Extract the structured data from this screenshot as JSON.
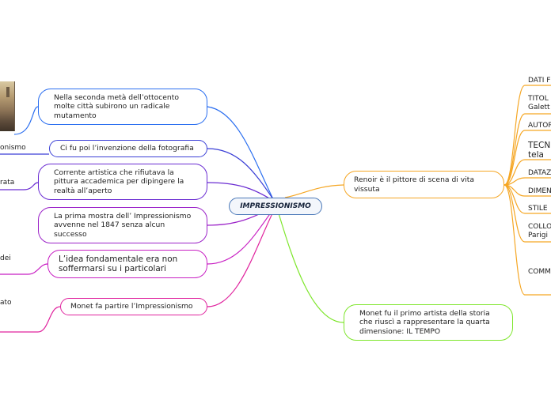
{
  "central_topic": "IMPRESSIONISMO",
  "left_branches": [
    {
      "text": "Nella seconda metà dell’ottocento molte città subirono un radicale mutamento",
      "color": "#2a6ef0"
    },
    {
      "text": "Ci fu poi l’invenzione della fotografia",
      "color": "#3a3fd6"
    },
    {
      "text": "Corrente artistica che rifiutava la pittura accademica per dipingere la realtà all’aperto",
      "color": "#6a2cd2"
    },
    {
      "text": "La prima mostra dell’ Impressionismo avvenne nel 1847 senza alcun successo",
      "color": "#9b22c8"
    },
    {
      "text": "L’idea fondamentale era non soffermarsi su i particolari",
      "color": "#c81fc3"
    },
    {
      "text": "Monet fa partire l’Impressionismo",
      "color": "#e0239e"
    }
  ],
  "left_leaves": [
    "onismo",
    "rata",
    "dei",
    "ato"
  ],
  "right_branches": [
    {
      "text": "Renoir è il pittore di scena di vita vissuta",
      "color": "#f5a623"
    },
    {
      "text": "Monet fu il primo artista della storia che riuscì a rappresentare la quarta dimensione: IL TEMPO",
      "color": "#7ee62c"
    }
  ],
  "right_leaves": [
    "DATI F",
    "TITOL\nGalett",
    "AUTOR",
    "TECNI\ntela",
    "DATAZ",
    "DIMEN",
    "STILE",
    "COLLO\nParigi",
    "COMM"
  ],
  "image": {
    "name": "city-painting"
  }
}
